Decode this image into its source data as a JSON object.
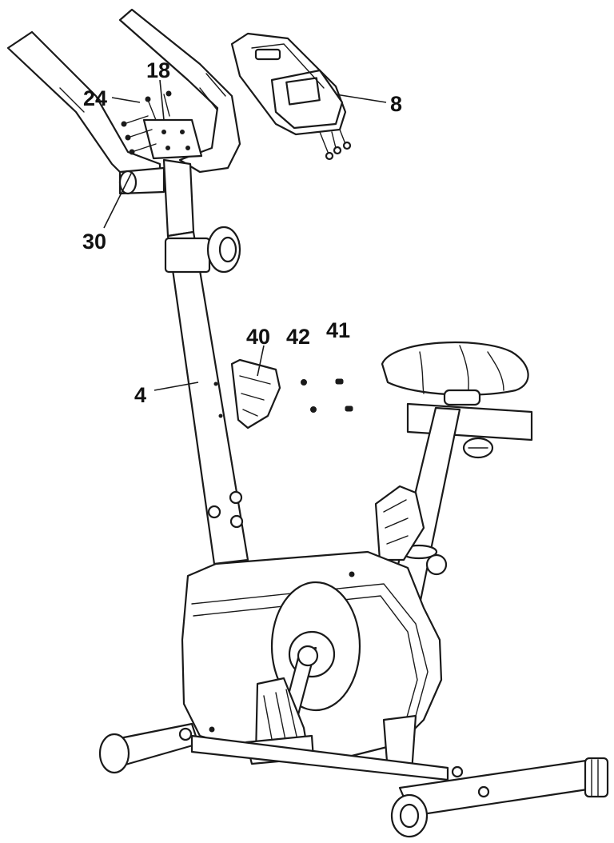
{
  "callouts": [
    {
      "id": "p18",
      "label": "18"
    },
    {
      "id": "p24",
      "label": "24"
    },
    {
      "id": "p30",
      "label": "30"
    },
    {
      "id": "p8",
      "label": "8"
    },
    {
      "id": "p4",
      "label": "4"
    },
    {
      "id": "p40",
      "label": "40"
    },
    {
      "id": "p42",
      "label": "42"
    },
    {
      "id": "p41",
      "label": "41"
    }
  ],
  "colors": {
    "line": "#1a1a1a",
    "background": "#ffffff"
  }
}
